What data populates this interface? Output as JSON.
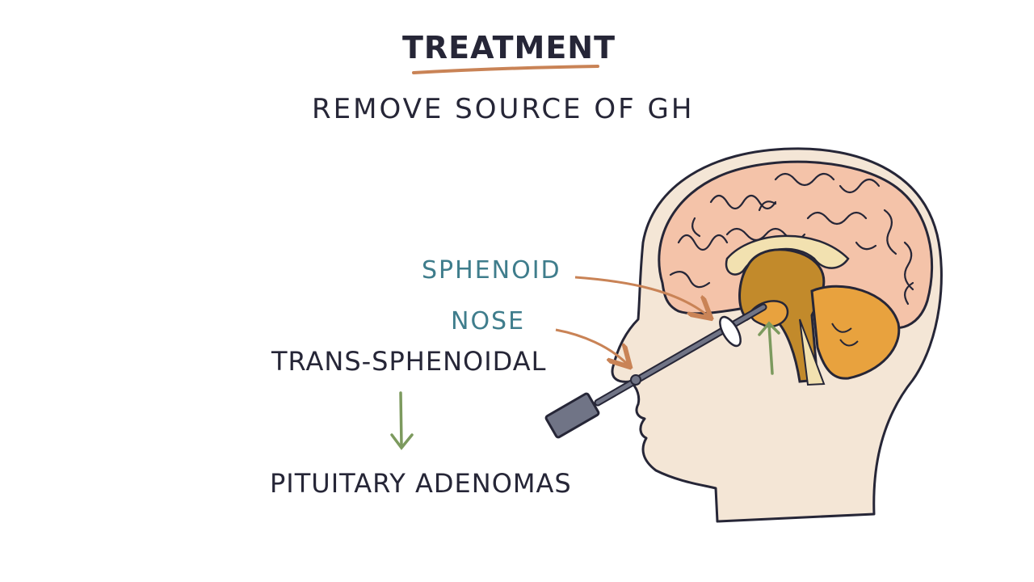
{
  "title": "TREATMENT",
  "subtitle": "REMOVE SOURCE OF GH",
  "labels": {
    "sphenoid": "SPHENOID",
    "nose": "NOSE",
    "procedure": "TRANS-SPHENOIDAL",
    "target": "PITUITARY ADENOMAS"
  },
  "colors": {
    "ink": "#262637",
    "label_teal": "#3f7d8c",
    "underline_orange": "#c98356",
    "pointer_arrow": "#c98356",
    "flow_arrow": "#7c9a5e",
    "skin": "#f4e6d6",
    "cerebrum": "#f4c3a9",
    "brainstem": "#c28a2b",
    "cerebellum": "#e8a23e",
    "instrument": "#707486"
  },
  "icons": {
    "head": "head-profile-icon",
    "brain": "brain-cross-section-icon",
    "endoscope": "endoscope-icon"
  }
}
